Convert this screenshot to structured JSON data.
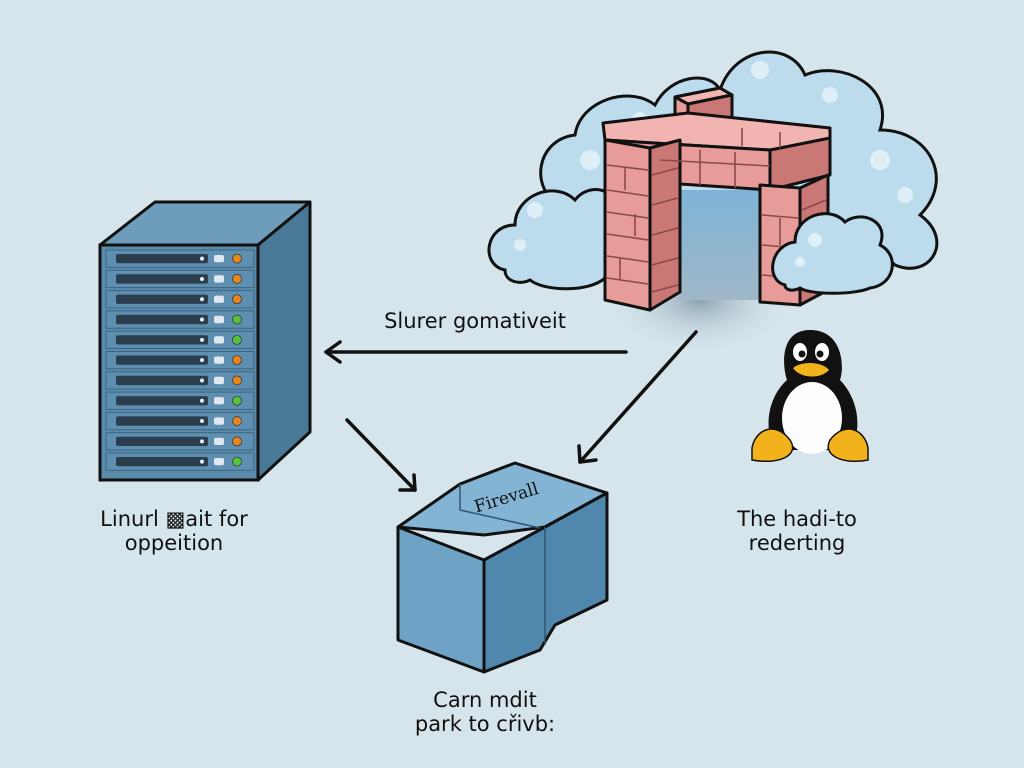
{
  "colors": {
    "background": "#d6e5ec",
    "server_front": "#5b8bab",
    "server_side": "#4a7998",
    "server_top": "#6e9cbb",
    "led_orange": "#e8861a",
    "led_green": "#59c23a",
    "brick": "#e79c9a",
    "brick_dark": "#c97876",
    "cloud": "#bcdcee",
    "firewall_box": "#6fa3c6",
    "arrow": "#111111"
  },
  "nodes": {
    "server": {
      "name": "server-rack",
      "led_states": [
        "orange",
        "orange",
        "orange",
        "green",
        "green",
        "orange",
        "orange",
        "green",
        "orange",
        "orange",
        "green"
      ],
      "caption": [
        "Linurl ▩ait for",
        "oppeition"
      ]
    },
    "cloud_firewall": {
      "name": "brick-firewall-in-cloud"
    },
    "penguin": {
      "name": "linux-penguin",
      "caption": [
        "The hadi-to",
        "rederting"
      ]
    },
    "firewall_box": {
      "name": "firewall-box",
      "box_label": "Firevall",
      "caption": [
        "Carn mdit",
        "park to cřivb:"
      ]
    }
  },
  "edges": [
    {
      "from": "cloud_firewall",
      "to": "server",
      "label": "Slurer gomativeit"
    },
    {
      "from": "server",
      "to": "firewall_box",
      "label": ""
    },
    {
      "from": "cloud_firewall",
      "to": "firewall_box",
      "label": ""
    }
  ]
}
